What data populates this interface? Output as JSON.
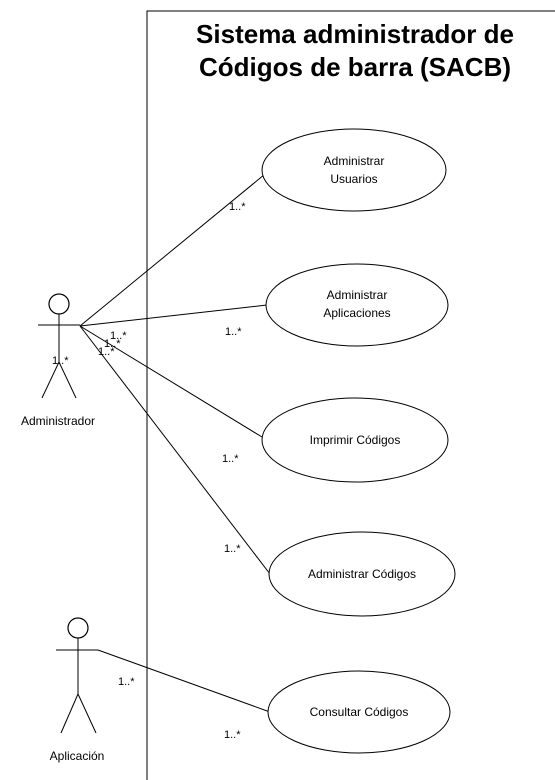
{
  "title": {
    "line1": "Sistema administrador de",
    "line2": "Códigos de barra (SACB)"
  },
  "actors": {
    "administrador": {
      "label": "Administrador",
      "multiplicity": "1..*"
    },
    "aplicacion": {
      "label": "Aplicación",
      "multiplicity": "1..*"
    }
  },
  "use_cases": [
    {
      "lines": [
        "Administrar",
        "Usuarios"
      ],
      "multiplicity": "1..*",
      "actor_multiplicity": "1..*"
    },
    {
      "lines": [
        "Administrar",
        "Aplicaciones"
      ],
      "multiplicity": "1..*",
      "actor_multiplicity": "1..*"
    },
    {
      "lines": [
        "Imprimir Códigos"
      ],
      "multiplicity": "1..*",
      "actor_multiplicity": "1..*"
    },
    {
      "lines": [
        "Administrar Códigos"
      ],
      "multiplicity": "1..*",
      "actor_multiplicity": "1..*"
    },
    {
      "lines": [
        "Consultar Códigos"
      ],
      "multiplicity": "1..*",
      "actor_multiplicity": "1..*"
    }
  ]
}
